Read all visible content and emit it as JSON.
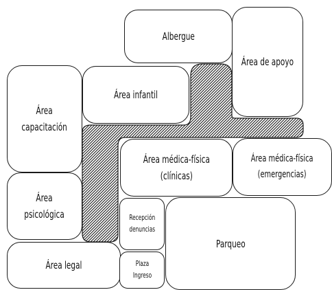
{
  "diagram": {
    "rooms": {
      "albergue": "Albergue",
      "area_apoyo": "Área de apoyo",
      "area_infantil": "Área infantil",
      "area_capacitacion": "Área\ncapacitación",
      "area_psicologica": "Área\npsicológica",
      "area_legal": "Área legal",
      "area_medica_clinicas": "Área médica-física\n(clínicas)",
      "area_medica_emergencias": "Área médica-física\n(emergencias)",
      "recepcion_denuncias": "Recepción\ndenuncias",
      "plaza_ingreso": "Plaza\nIngreso",
      "parqueo": "Parqueo"
    },
    "colors": {
      "outline": "#1a1a1a",
      "hatch": "#1a1a1a",
      "room_fill": "#ffffff"
    },
    "circulation_pattern": "diagonal-hatch"
  }
}
